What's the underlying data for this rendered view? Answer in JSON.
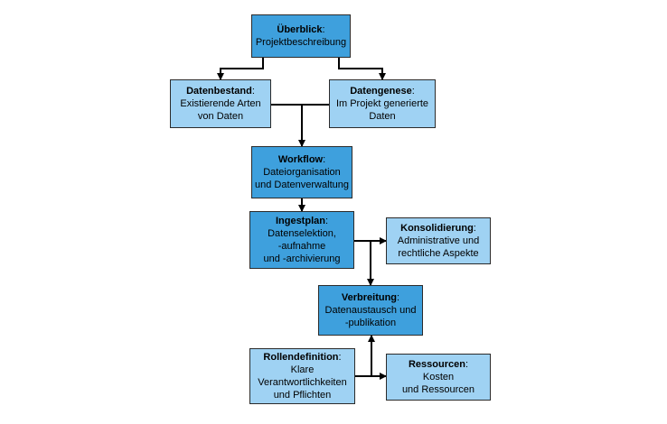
{
  "colors": {
    "dark_box": "#3ea0dd",
    "light_box": "#9fd2f3",
    "line": "#000000"
  },
  "nodes": {
    "ueberblick": {
      "title": "Überblick",
      "suffix": ":",
      "lines": [
        "Projektbeschreibung"
      ]
    },
    "datenbestand": {
      "title": "Datenbestand",
      "suffix": ":",
      "lines": [
        "Existierende Arten",
        "von Daten"
      ]
    },
    "datengenese": {
      "title": "Datengenese",
      "suffix": ":",
      "lines": [
        "Im Projekt generierte",
        "Daten"
      ]
    },
    "workflow": {
      "title": "Workflow",
      "suffix": ":",
      "lines": [
        "Dateiorganisation",
        "und Datenverwaltung"
      ]
    },
    "ingestplan": {
      "title": "Ingestplan",
      "suffix": ":",
      "lines": [
        "Datenselektion,",
        "-aufnahme",
        "und -archivierung"
      ]
    },
    "konsolidierung": {
      "title": "Konsolidierung",
      "suffix": ":",
      "lines": [
        "Administrative und",
        "rechtliche Aspekte"
      ]
    },
    "verbreitung": {
      "title": "Verbreitung",
      "suffix": ":",
      "lines": [
        "Datenaustausch und",
        "-publikation"
      ]
    },
    "rollendefinition": {
      "title": "Rollendefinition",
      "suffix": ":",
      "lines": [
        "Klare",
        "Verantwortlichkeiten",
        "und Pflichten"
      ]
    },
    "ressourcen": {
      "title": "Ressourcen",
      "suffix": ":",
      "lines": [
        "Kosten",
        "und Ressourcen"
      ]
    }
  }
}
